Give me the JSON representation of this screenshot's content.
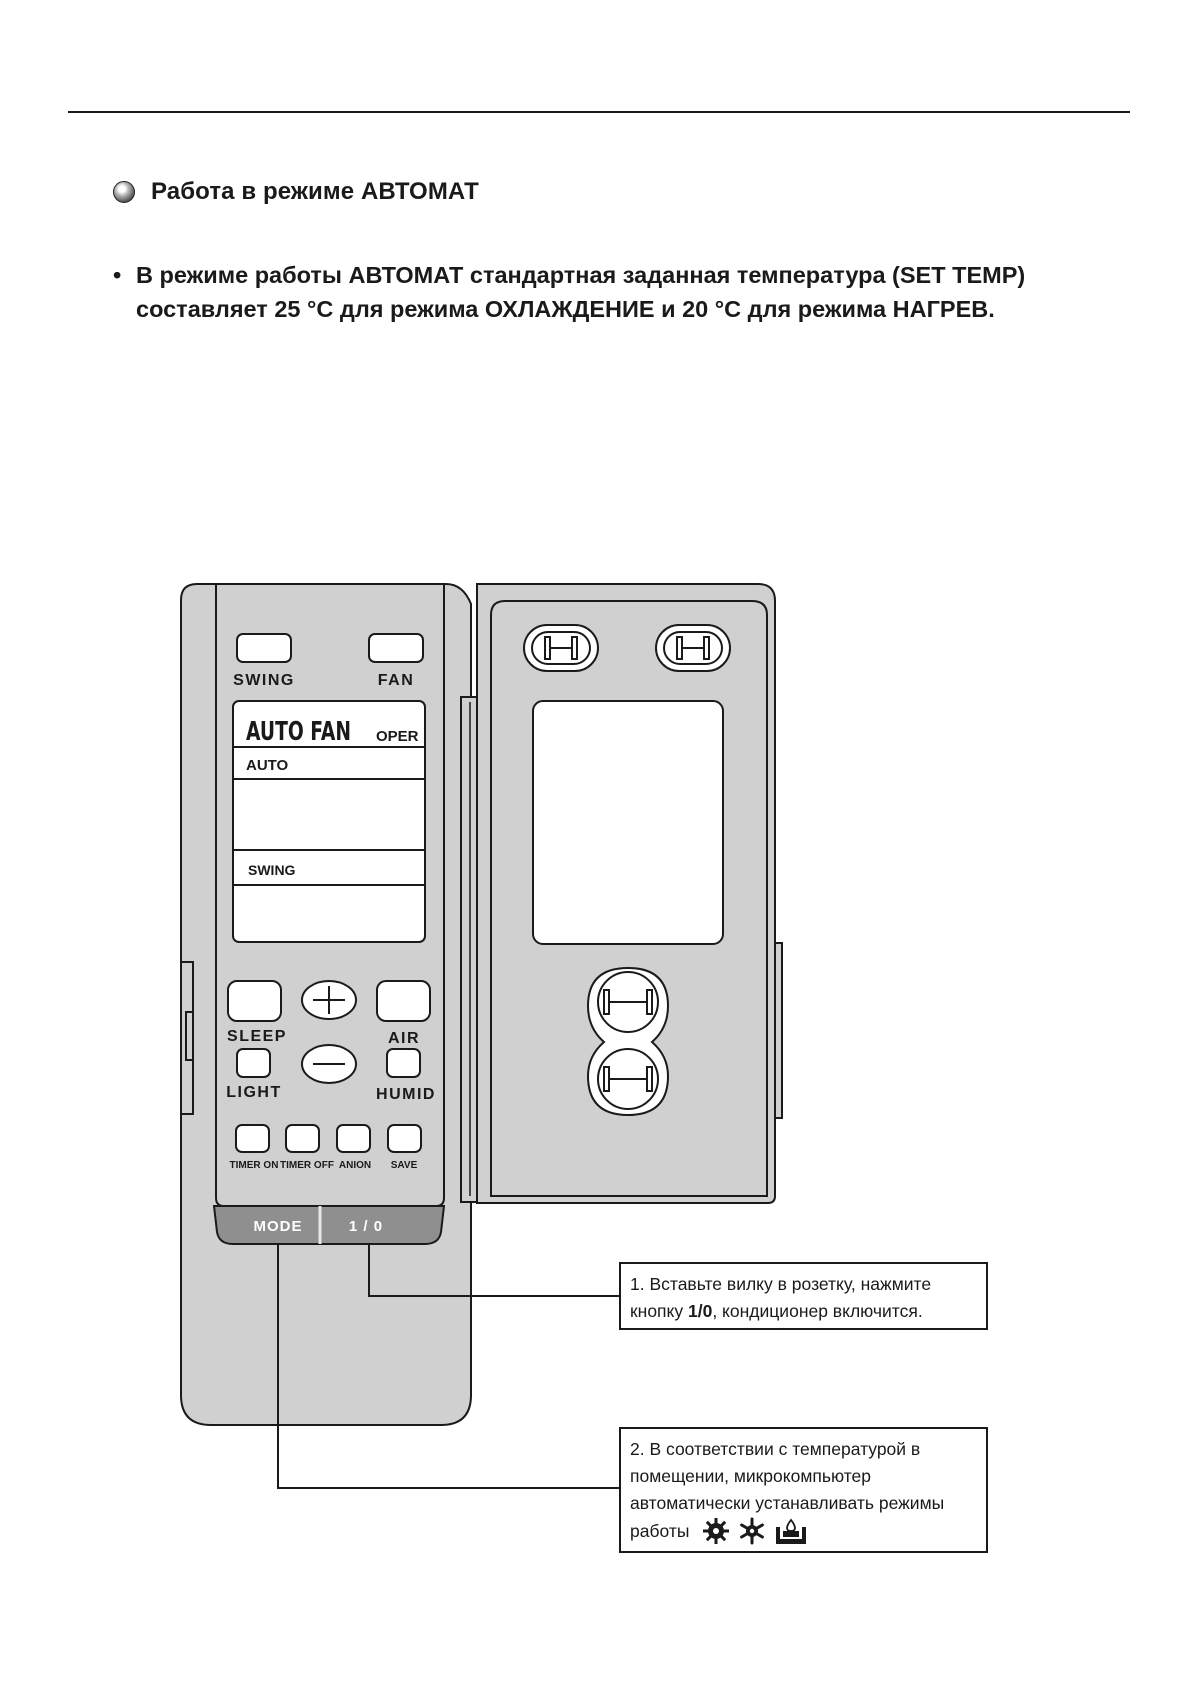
{
  "section": {
    "title": "Работа в режиме АВТОМАТ"
  },
  "note": {
    "bullet": "•",
    "line1": "В режиме работы АВТОМАТ стандартная заданная температура (SET TEMP)",
    "line2": "составляет  25 °С  для режима ОХЛАЖДЕНИЕ и 20 °С для режима НАГРЕВ."
  },
  "remote": {
    "buttons": {
      "swing": "SWING",
      "fan": "FAN",
      "sleep": "SLEEP",
      "air": "AIR",
      "light": "LIGHT",
      "humid": "HUMID",
      "timer_on": "TIMER ON",
      "timer_off": "TIMER OFF",
      "anion": "ANION",
      "save": "SAVE",
      "mode": "MODE",
      "power": "1 / 0"
    },
    "display": {
      "fan_auto": "AUTO FAN",
      "oper": "OPER",
      "mode_auto": "AUTO",
      "swing": "SWING"
    }
  },
  "callouts": {
    "step1_prefix": "1. Вставьте вилку в розетку, нажмите кнопку ",
    "step1_key": "1/0",
    "step1_suffix": ", кондиционер включится.",
    "step2": "2. В соответствии с температурой в помещении, микрокомпьютер автоматически устанавливать режимы работы"
  },
  "icons": [
    "heat-mode-icon",
    "cool-mode-icon",
    "dry-mode-icon"
  ]
}
